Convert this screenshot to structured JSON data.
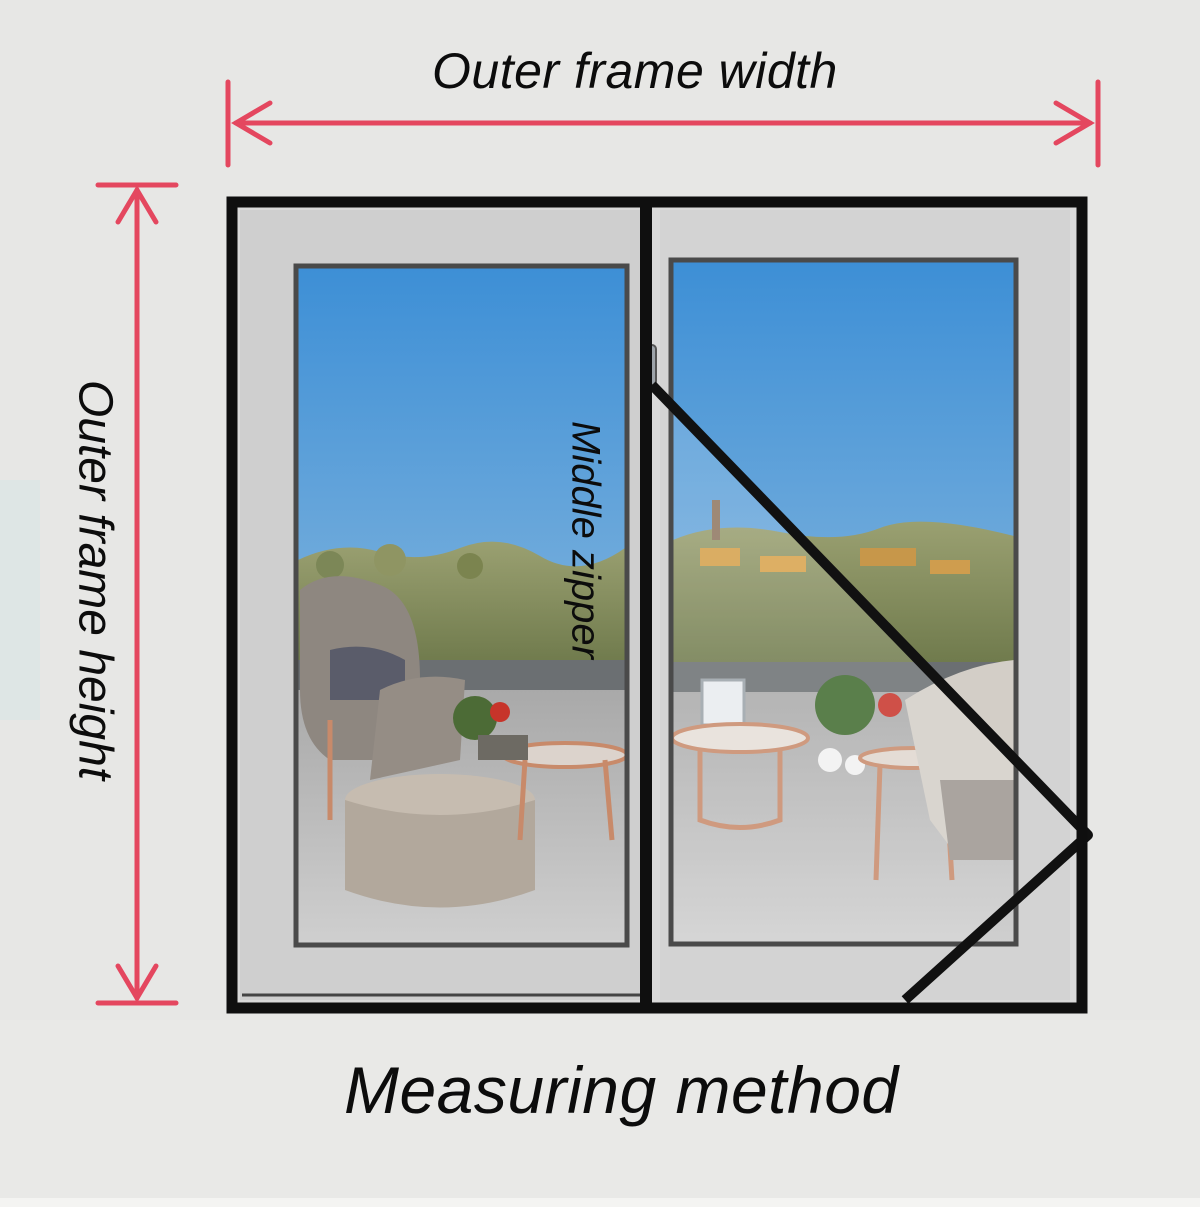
{
  "labels": {
    "outer_frame_width": "Outer frame width",
    "outer_frame_height": "Outer frame height",
    "middle_zipper": "Middle zipper",
    "title": "Measuring method"
  },
  "colors": {
    "background": "#e7e7e5",
    "measure_line": "#e4475f",
    "frame": "#0f0f0f",
    "sky_top": "#3d8fd6",
    "sky_bottom": "#bfd6e6",
    "floor": "#b9b9b9",
    "text": "#0c0c0c"
  },
  "icons": {
    "width_arrow": "double-arrow-horizontal-icon",
    "height_arrow": "double-arrow-vertical-icon"
  }
}
